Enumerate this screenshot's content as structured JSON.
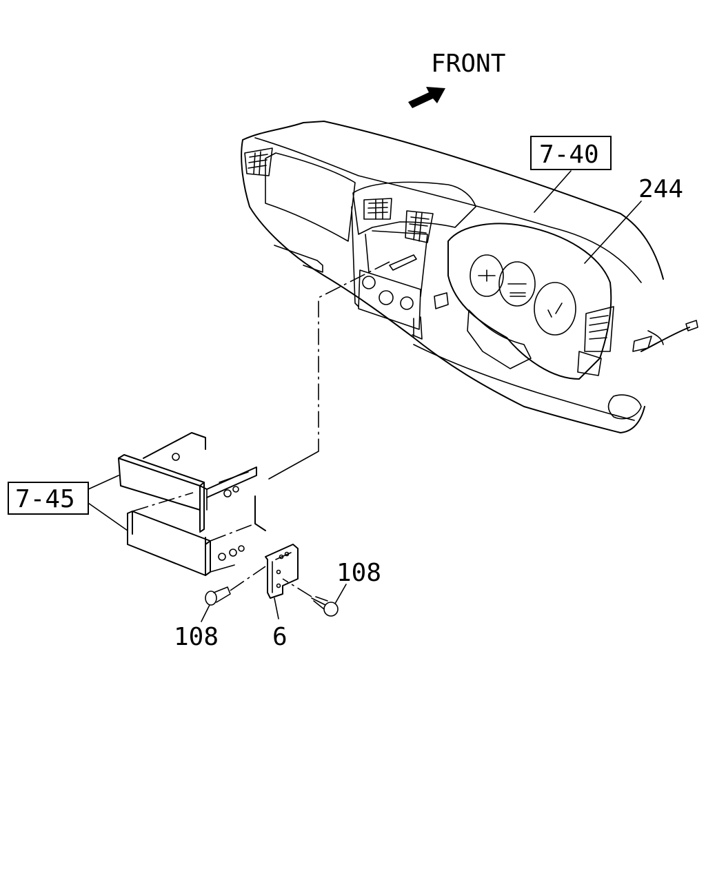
{
  "diagram": {
    "direction_label": "FRONT",
    "callouts": {
      "dashboard_ref": "7-40",
      "harness_ref": "244",
      "pocket_ref": "7-45",
      "screw_left": "108",
      "screw_right": "108",
      "bracket": "6"
    }
  }
}
